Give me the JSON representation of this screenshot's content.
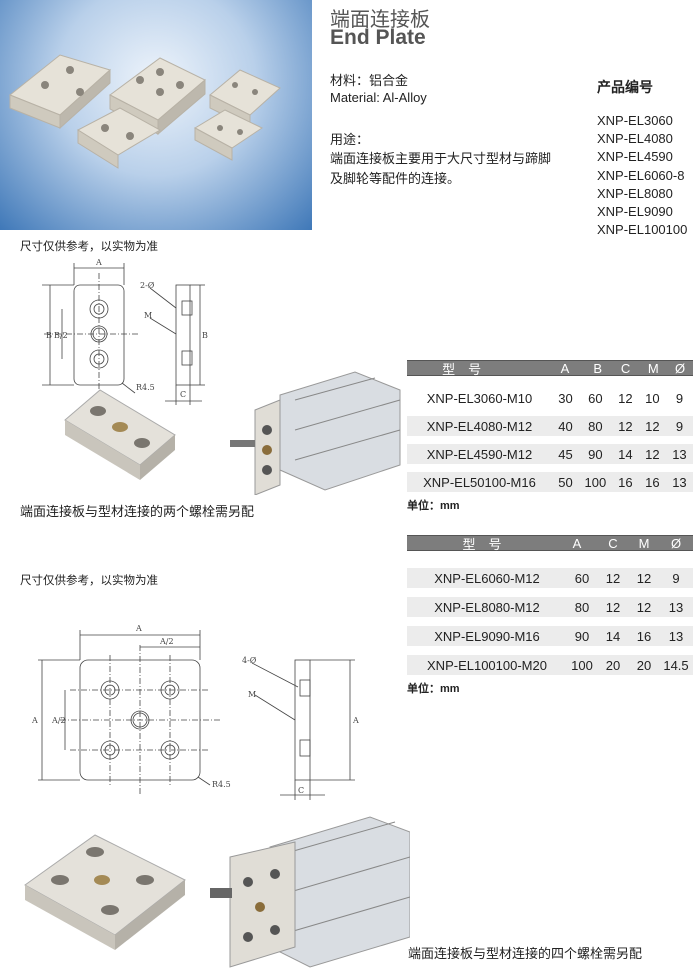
{
  "header": {
    "title_cn": "端面连接板",
    "title_en": "End Plate"
  },
  "material": {
    "cn": "材料：铝合金",
    "en": "Material: Al-Alloy"
  },
  "usage": {
    "label": "用途：",
    "text_line1": "端面连接板主要用于大尺寸型材与蹄脚",
    "text_line2": "及脚轮等配件的连接。"
  },
  "product_codes": {
    "title": "产品编号",
    "items": [
      "XNP-EL3060",
      "XNP-EL4080",
      "XNP-EL4590",
      "XNP-EL6060-8",
      "XNP-EL8080",
      "XNP-EL9090",
      "XNP-EL100100"
    ]
  },
  "note": "尺寸仅供参考，以实物为准",
  "drawing1": {
    "labels": {
      "a": "A",
      "b": "B",
      "b2": "B/2",
      "r": "R4.5",
      "c": "C",
      "holes": "2-Ø",
      "m": "M"
    }
  },
  "drawing2": {
    "labels": {
      "a": "A",
      "a2": "A/2",
      "r": "R4.5",
      "c": "C",
      "holes": "4-Ø",
      "m": "M"
    }
  },
  "caption1": "端面连接板与型材连接的两个螺栓需另配",
  "caption2": "端面连接板与型材连接的四个螺栓需另配",
  "table1": {
    "headers": [
      "型　号",
      "A",
      "B",
      "C",
      "M",
      "Ø"
    ],
    "rows": [
      [
        "XNP-EL3060-M10",
        "30",
        "60",
        "12",
        "10",
        "9"
      ],
      [
        "XNP-EL4080-M12",
        "40",
        "80",
        "12",
        "12",
        "9"
      ],
      [
        "XNP-EL4590-M12",
        "45",
        "90",
        "14",
        "12",
        "13"
      ],
      [
        "XNP-EL50100-M16",
        "50",
        "100",
        "16",
        "16",
        "13"
      ]
    ],
    "unit": "单位：mm"
  },
  "table2": {
    "headers": [
      "型　号",
      "A",
      "C",
      "M",
      "Ø"
    ],
    "rows": [
      [
        "XNP-EL6060-M12",
        "60",
        "12",
        "12",
        "9"
      ],
      [
        "XNP-EL8080-M12",
        "80",
        "12",
        "12",
        "13"
      ],
      [
        "XNP-EL9090-M16",
        "90",
        "14",
        "16",
        "13"
      ],
      [
        "XNP-EL100100-M20",
        "100",
        "20",
        "20",
        "14.5"
      ]
    ],
    "unit": "单位：mm"
  },
  "colors": {
    "header_bar": "#7d7d7d",
    "row_shade": "#ececec",
    "photo_bg": "#3f78b8"
  }
}
